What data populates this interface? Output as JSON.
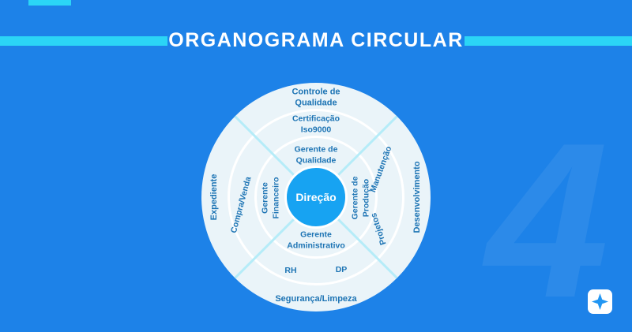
{
  "header": {
    "title": "ORGANOGRAMA CIRCULAR"
  },
  "diagram": {
    "center_label": "Direção",
    "outer_ring": {
      "top": "Controle de\nQualidade",
      "left": "Expediente",
      "right": "Desenvolvimento",
      "bottom": "Segurança/Limpeza"
    },
    "middle_ring": {
      "top": "Certificação\nIso9000",
      "left": "Compra/Venda",
      "right_upper": "Manutenção",
      "right_lower": "Projetos",
      "bottom_left": "RH",
      "bottom_right": "DP"
    },
    "inner_ring": {
      "top": "Gerente de\nQualidade",
      "left": "Gerente\nFinanceiro",
      "right": "Gerente de\nProdução",
      "bottom": "Gerente\nAdministrativo"
    }
  },
  "watermark": {
    "glyph": "4"
  },
  "colors": {
    "background": "#1d82e8",
    "accent_cyan": "#2bd5f6",
    "ring_fill": "#eaf4f9",
    "divider_cyan": "#b5ecf8",
    "center_fill": "#17a3f2",
    "label_text": "#1d74b4",
    "title_text": "#ffffff"
  }
}
